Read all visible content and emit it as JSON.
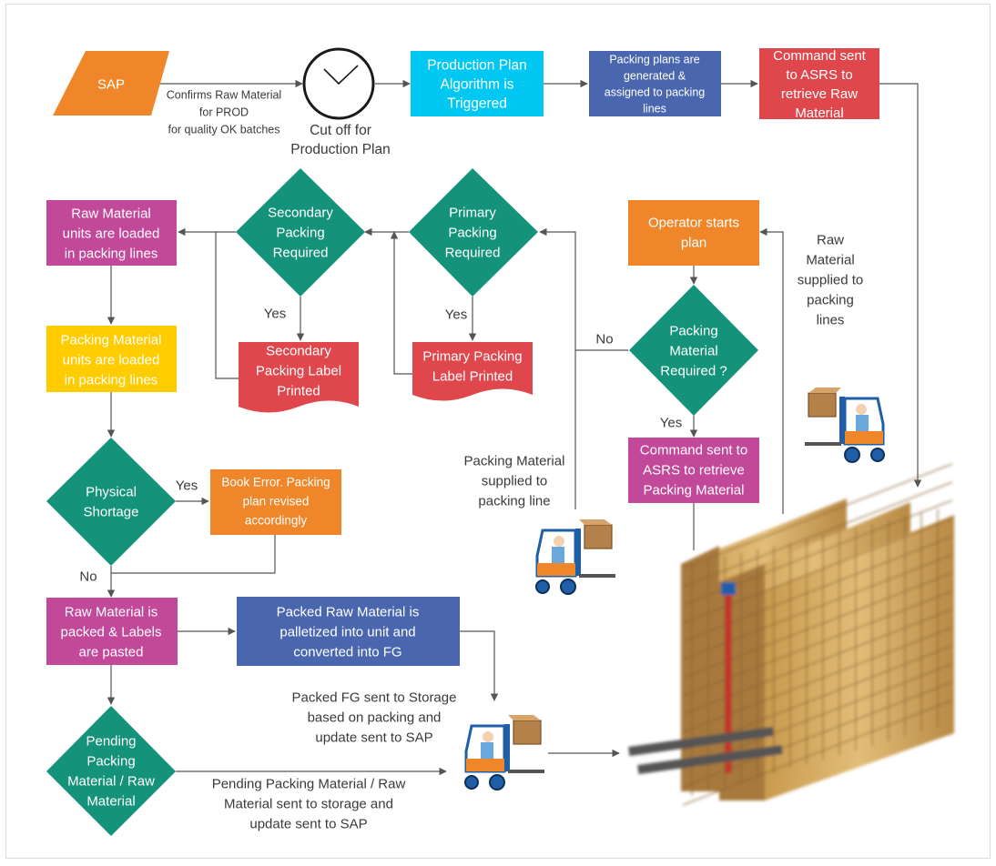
{
  "colors": {
    "orange": "#f0862a",
    "cyan": "#00c8f2",
    "blue": "#4a66ae",
    "red": "#e0474c",
    "magenta": "#c2489a",
    "yellow": "#ffcc00",
    "green": "#14927a",
    "arrow": "#555555",
    "text": "#3a3a3a"
  },
  "nodes": {
    "sap": [
      "SAP"
    ],
    "cutoff": [
      "Cut off for",
      "Production Plan"
    ],
    "prod_plan": [
      "Production Plan",
      "Algorithm is",
      "Triggered"
    ],
    "packing_plans": [
      "Packing  plans are",
      "generated  &",
      "assigned to packing",
      "lines"
    ],
    "command_raw": [
      "Command sent",
      "to ASRS to",
      "retrieve Raw",
      "Material"
    ],
    "raw_loaded": [
      "Raw Material",
      "units are loaded",
      "in packing lines"
    ],
    "secondary_req": [
      "Secondary",
      "Packing",
      "Required"
    ],
    "primary_req": [
      "Primary",
      "Packing",
      "Required"
    ],
    "operator": [
      "Operator starts",
      "plan"
    ],
    "packing_mat_loaded": [
      "Packing Material",
      "units are loaded",
      "in packing lines"
    ],
    "secondary_label": [
      "Secondary",
      "Packing Label",
      "Printed"
    ],
    "primary_label": [
      "Primary Packing",
      "Label Printed"
    ],
    "packing_mat_req": [
      "Packing",
      "Material",
      "Required ?"
    ],
    "command_pack": [
      "Command sent to",
      "ASRS to retrieve",
      "Packing Material"
    ],
    "physical_shortage": [
      "Physical",
      "Shortage"
    ],
    "book_error": [
      "Book Error. Packing",
      "plan revised",
      "accordingly"
    ],
    "raw_packed": [
      "Raw Material is",
      "packed & Labels",
      "are pasted"
    ],
    "palletized": [
      "Packed Raw Material is",
      "palletized into unit and",
      "converted into FG"
    ],
    "pending": [
      "Pending",
      "Packing",
      "Material / Raw",
      "Material"
    ]
  },
  "annotations": {
    "confirms": [
      "Confirms Raw Material",
      "for PROD",
      "for quality OK batches"
    ],
    "raw_supplied": [
      "Raw",
      "Material",
      "supplied to",
      "packing",
      "lines"
    ],
    "pack_supplied": [
      "Packing Material",
      "supplied to",
      "packing line"
    ],
    "fg_storage": [
      "Packed FG sent to Storage",
      "based on packing and",
      "update sent to SAP"
    ],
    "pending_storage": [
      "Pending Packing Material / Raw",
      "Material sent to storage and",
      "update sent to SAP"
    ]
  },
  "edge_labels": {
    "yes_secondary": "Yes",
    "yes_primary": "Yes",
    "no_packing": "No",
    "yes_packing": "Yes",
    "yes_shortage": "Yes",
    "no_shortage": "No"
  },
  "icons": {
    "clock": "clock-icon",
    "forklift": "forklift-icon",
    "warehouse": "asrs-warehouse-image"
  }
}
